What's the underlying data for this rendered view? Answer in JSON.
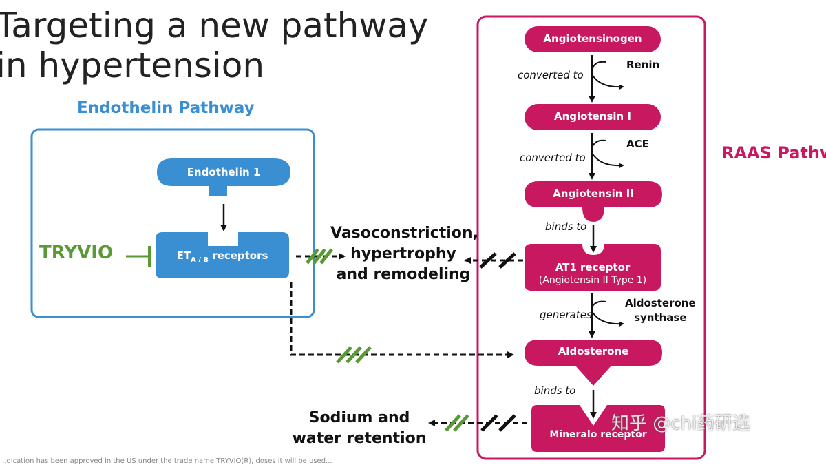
{
  "title": [
    "Targeting a new pathway",
    "in hypertension"
  ],
  "endothelin": {
    "label": "Endothelin Pathway",
    "endothelin1": "Endothelin 1",
    "receptor_main": "ET",
    "receptor_sub": "A / B",
    "receptor_rest": " receptors"
  },
  "drug": "TRYVIO",
  "effects": {
    "vaso": [
      "Vasoconstriction,",
      "hypertrophy",
      "and remodeling"
    ],
    "sodium": [
      "Sodium and",
      "water retention"
    ]
  },
  "raas": {
    "label": "RAAS Pathway",
    "angiotensinogen": "Angiotensinogen",
    "angiotensin1": "Angiotensin I",
    "angiotensin2": "Angiotensin II",
    "at1_title": "AT1 receptor",
    "at1_sub": "(Angiotensin II Type 1)",
    "aldosterone": "Aldosterone",
    "mineralo": "Mineralo receptor",
    "steps": {
      "converted1": "converted to",
      "renin": "Renin",
      "converted2": "converted to",
      "ace": "ACE",
      "binds1": "binds to",
      "generates": "generates",
      "aldo_synthase": [
        "Aldosterone",
        "synthase"
      ],
      "binds2": "binds to"
    }
  },
  "footer": "...dication has been approved in the US under the trade name TRYVIO(R), doses it will be used...",
  "watermark": "知乎 @chi药研选",
  "colors": {
    "blue": "#3a8fd3",
    "magenta": "#c8185f",
    "green": "#5a9a36"
  }
}
